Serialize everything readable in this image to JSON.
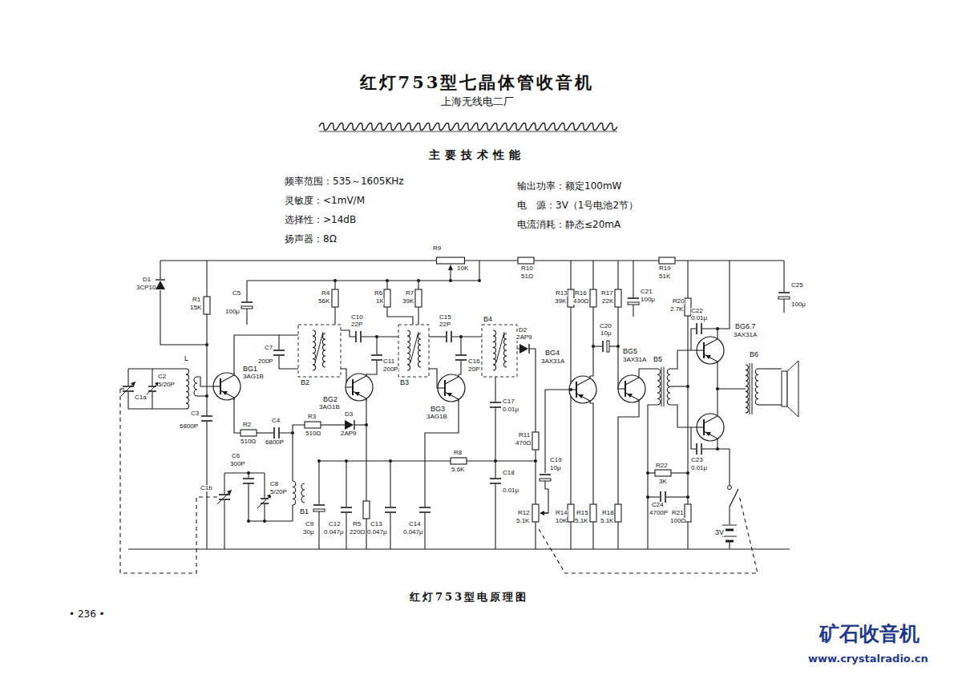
{
  "diagram": {
    "title": "红灯753型七晶体管收音机",
    "caption": "红灯753型电原理图",
    "labels": [
      "上海无线电二厂",
      "主要技术性能",
      "频率范围：535～1605KHz",
      "灵敏度：<1mV/M",
      "选择性：>14dB",
      "扬声器：8Ω",
      "输出功率：额定100mW",
      "电　源：3V（1号电池2节）",
      "电流消耗：静态≤20mA",
      "D1",
      "3CP10",
      "R1",
      "15K",
      "C5",
      "100μ",
      "R4",
      "56K",
      "R6",
      "1K",
      "R7",
      "39K",
      "R9",
      "10K",
      "R10",
      "51Ω",
      "R13",
      "39K",
      "R16",
      "430Ω",
      "R17",
      "22K",
      "C21",
      "100μ",
      "R19",
      "51K",
      "R20",
      "2.7K",
      "C25",
      "100μ",
      "C7",
      "200P",
      "B2",
      "C10",
      "22P",
      "C11",
      "200P",
      "B3",
      "C15",
      "22P",
      "C16",
      "20P",
      "B4",
      "D2",
      "2AP9",
      "L",
      "BG1",
      "3AG1B",
      "C1a",
      "C2",
      "5/20P",
      "C3",
      "6800P",
      "R2",
      "510Ω",
      "C4",
      "6800P",
      "R3",
      "510Ω",
      "D3",
      "2AP9",
      "BG2",
      "3AG1B",
      "BG3",
      "3AG1B",
      "BG4",
      "3AX31A",
      "BG5",
      "3AX31A",
      "BG6.7",
      "3AX31A",
      "B6",
      "B5",
      "C6",
      "300P",
      "C1b",
      "C8",
      "5/20P",
      "B1",
      "R8",
      "5.6K",
      "C17",
      "0.01μ",
      "R11",
      "470Ω",
      "C18",
      "0.01μ",
      "C19",
      "10μ",
      "R12",
      "5.1K",
      "C9",
      "30μ",
      "C12",
      "0.047μ",
      "R5",
      "220Ω",
      "C13",
      "0.047μ",
      "C14",
      "0.047μ",
      "C20",
      "10μ",
      "R14",
      "10K",
      "R15",
      "5.1K",
      "R18",
      "5.1K",
      "C22",
      "0.01μ",
      "C23",
      "0.01μ",
      "R22",
      "3K",
      "C24",
      "4700P",
      "R21",
      "100Ω",
      "3V",
      "• 236 •",
      "矿石收音机",
      "www.crystalradio.cn"
    ]
  }
}
